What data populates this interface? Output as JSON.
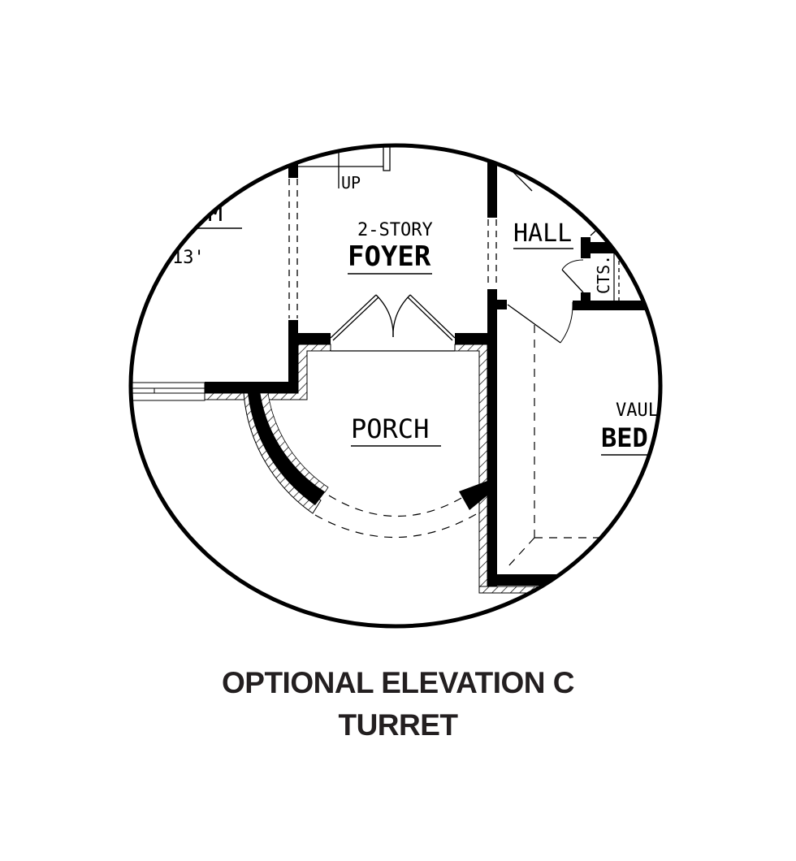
{
  "plan": {
    "labels": {
      "room_partial": "OM",
      "dimension_partial": "13'",
      "stairs": "UP",
      "foyer_sub": "2-STORY",
      "foyer": "FOYER",
      "hall": "HALL",
      "closet": "CTS.",
      "porch": "PORCH",
      "bed_sub_partial": "VAUL",
      "bed_partial": "BED"
    }
  },
  "caption": {
    "line1": "OPTIONAL ELEVATION C",
    "line2": "TURRET"
  },
  "colors": {
    "ink": "#000000",
    "caption": "#231f20"
  }
}
